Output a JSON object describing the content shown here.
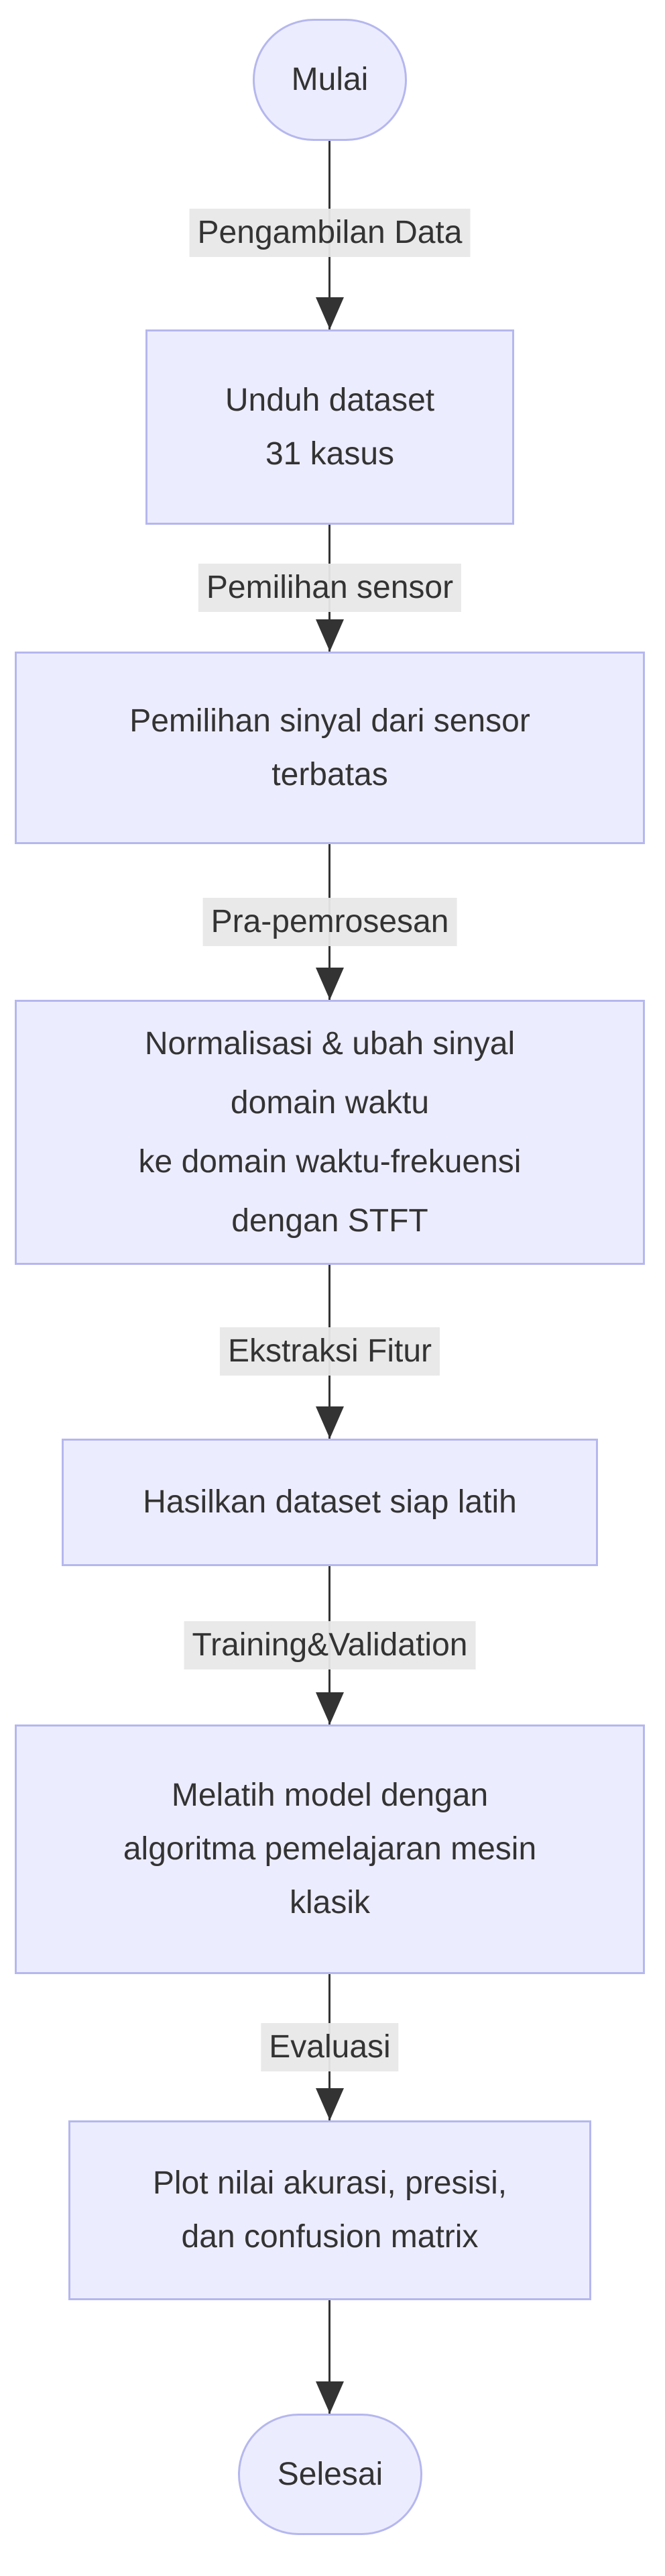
{
  "diagram": {
    "type": "flowchart",
    "direction": "top-down",
    "colors": {
      "background": "#ffffff",
      "node_fill": "#ECECFF",
      "node_border": "#b5b7ee",
      "edge_line": "#333333",
      "edge_label_bg": "#e8e8e8",
      "text": "#333333"
    },
    "nodes": [
      {
        "id": "start",
        "shape": "stadium",
        "lines": [
          "Mulai"
        ]
      },
      {
        "id": "download",
        "shape": "process",
        "lines": [
          "Unduh dataset",
          "31 kasus"
        ]
      },
      {
        "id": "sensor-selection",
        "shape": "process",
        "lines": [
          "Pemilihan sinyal dari sensor",
          "terbatas"
        ]
      },
      {
        "id": "preprocessing",
        "shape": "process",
        "lines": [
          "Normalisasi & ubah sinyal",
          "domain waktu",
          "ke domain waktu-frekuensi",
          "dengan STFT"
        ]
      },
      {
        "id": "dataset-ready",
        "shape": "process",
        "lines": [
          "Hasilkan dataset siap latih"
        ]
      },
      {
        "id": "training",
        "shape": "process",
        "lines": [
          "Melatih model dengan",
          "algoritma pemelajaran mesin",
          "klasik"
        ]
      },
      {
        "id": "plot-results",
        "shape": "process",
        "lines": [
          "Plot nilai akurasi, presisi,",
          "dan confusion matrix"
        ]
      },
      {
        "id": "end",
        "shape": "stadium",
        "lines": [
          "Selesai"
        ]
      }
    ],
    "edges": [
      {
        "from": "start",
        "to": "download",
        "label": "Pengambilan Data"
      },
      {
        "from": "download",
        "to": "sensor-selection",
        "label": "Pemilihan sensor"
      },
      {
        "from": "sensor-selection",
        "to": "preprocessing",
        "label": "Pra-pemrosesan"
      },
      {
        "from": "preprocessing",
        "to": "dataset-ready",
        "label": "Ekstraksi Fitur"
      },
      {
        "from": "dataset-ready",
        "to": "training",
        "label": "Training&Validation"
      },
      {
        "from": "training",
        "to": "plot-results",
        "label": "Evaluasi"
      },
      {
        "from": "plot-results",
        "to": "end",
        "label": ""
      }
    ]
  }
}
